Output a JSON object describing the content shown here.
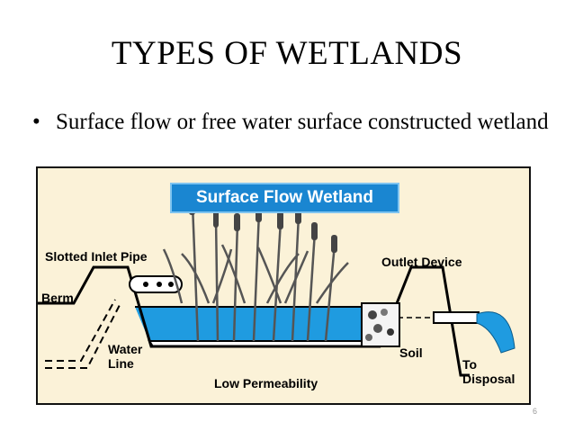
{
  "slide": {
    "title": "TYPES OF WETLANDS",
    "bullet_marker": "•",
    "bullet_text": "Surface flow or free water surface constructed wetland",
    "page_number": "6"
  },
  "diagram": {
    "banner": "Surface Flow Wetland",
    "labels": {
      "slotted_inlet_pipe": "Slotted Inlet Pipe",
      "berm": "Berm",
      "water_line": "Water\nLine",
      "low_permeability": "Low Permeability",
      "soil": "Soil",
      "outlet_device": "Outlet Device",
      "to_disposal": "To\nDisposal"
    },
    "colors": {
      "background": "#fbf2d8",
      "water": "#1f9be0",
      "banner": "#1a86d1",
      "reeds": "#555555"
    }
  }
}
